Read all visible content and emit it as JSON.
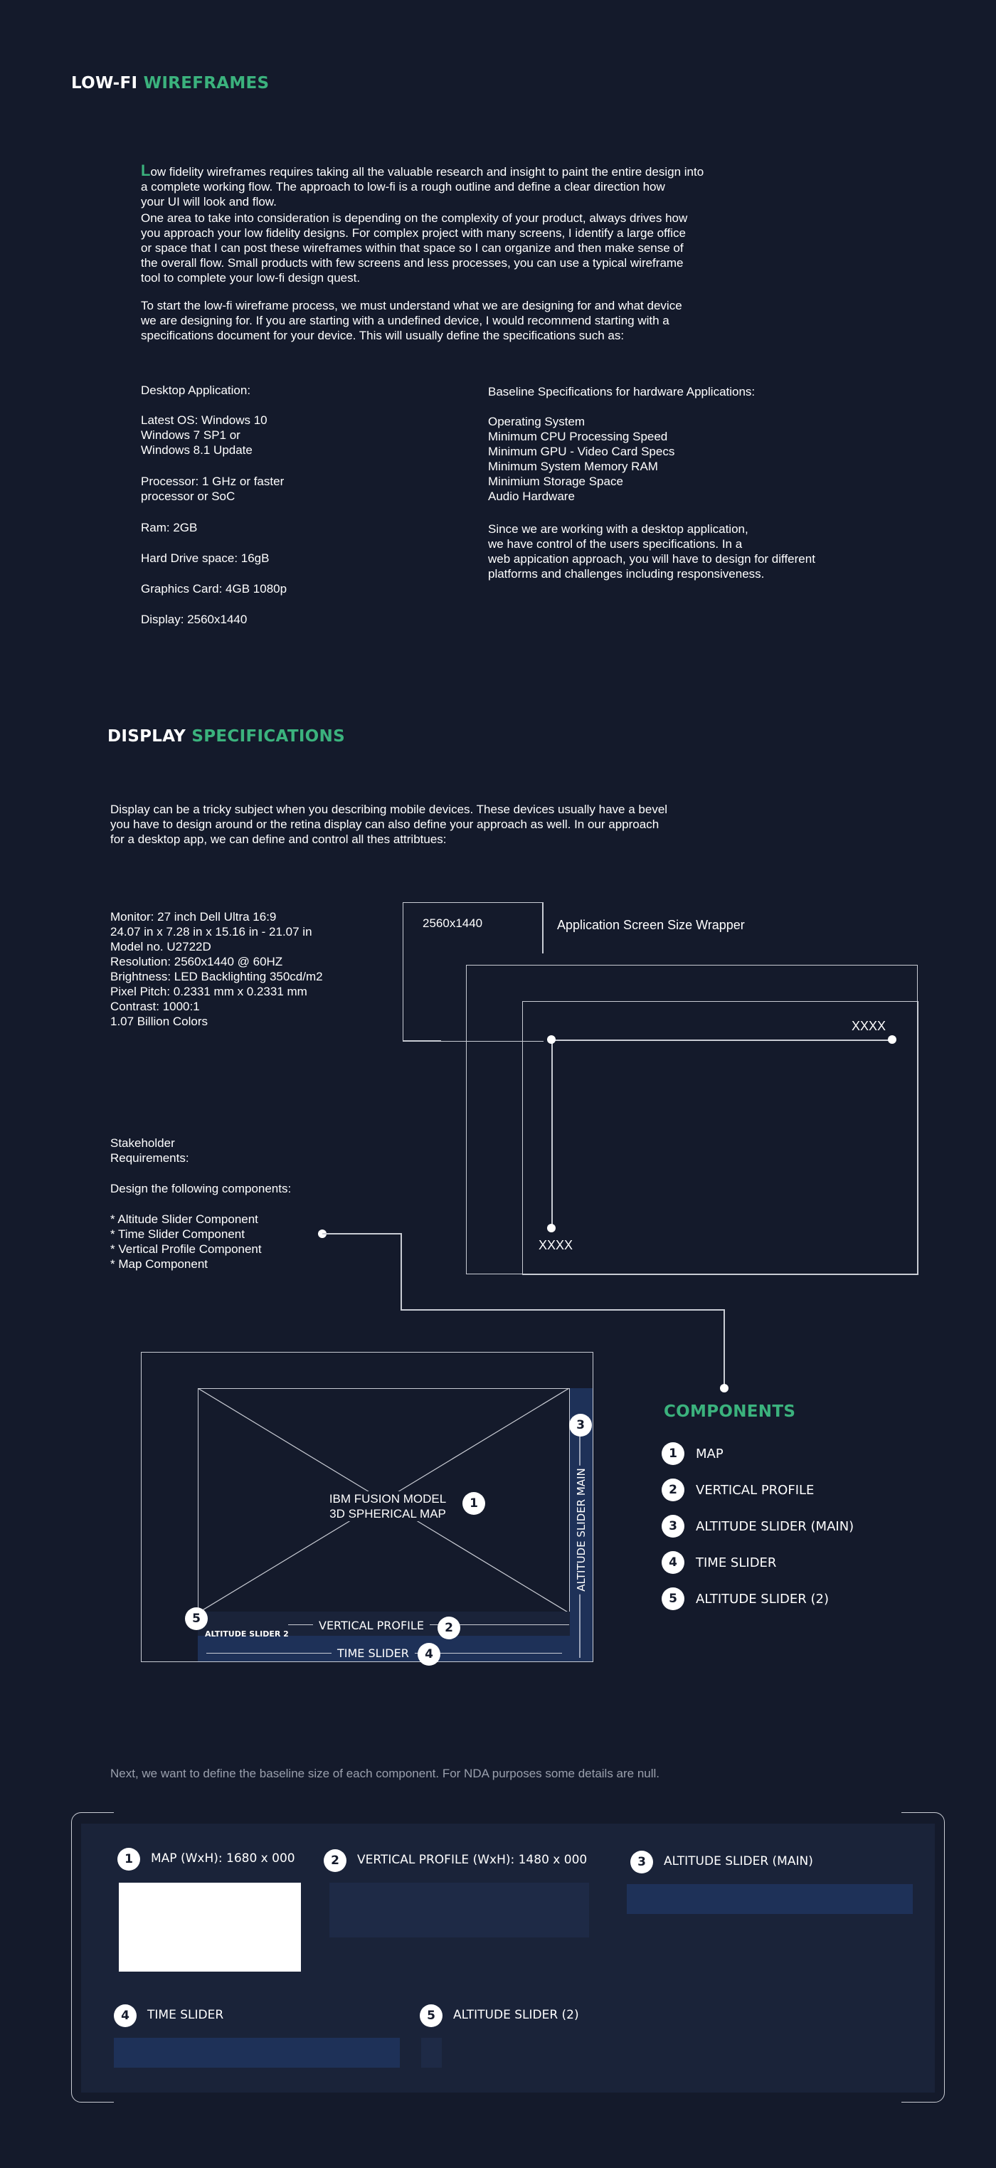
{
  "section1": {
    "title_part1": "LOW-FI ",
    "title_part2": "WIREFRAMES",
    "intro_dropcap": "L",
    "intro_rest": "ow fidelity wireframes requires taking all the valuable research and insight to paint the entire design into\na complete working flow. The approach to low-fi is a rough outline and define  a clear direction how\nyour UI will look and flow.",
    "para2": "One area to take into consideration is depending on the complexity of your product, always drives how\nyou approach your low fidelity designs. For complex project with many screens, I identify a large office\nor space that I can post these wireframes within that space so I can organize and then make sense of\nthe overall flow. Small products with few screens and less processes, you can use a typical wireframe\ntool to complete your low-fi design quest.",
    "para3": "To start the low-fi wireframe process, we must understand what we are designing for and what device\nwe are designing for. If you are starting with a undefined device, I would recommend starting with a\nspecifications document for your device. This will usually define the specifications such as:",
    "desktop_heading": "Desktop Application:",
    "desktop_specs": [
      "Latest OS: Windows 10\nWindows 7 SP1 or\nWindows 8.1 Update",
      "Processor: 1 GHz or faster\nprocessor or SoC",
      "Ram: 2GB",
      "Hard Drive space: 16gB",
      "Graphics Card: 4GB 1080p",
      "Display: 2560x1440"
    ],
    "baseline_heading": "Baseline Specifications for hardware Applications:",
    "baseline_list": "Operating System\nMinimum CPU Processing Speed\nMinimum GPU - Video Card Specs\nMinimum System Memory RAM\nMinimium Storage Space\nAudio Hardware",
    "baseline_note": "Since we are working with a desktop application,\nwe have control of the users specifications. In a\nweb appication approach, you will have to design for different\nplatforms and challenges including responsiveness."
  },
  "section2": {
    "title_part1": "DISPLAY ",
    "title_part2": "SPECIFICATIONS",
    "intro": "Display can be a tricky subject when you describing  mobile devices. These devices usually have a bevel\nyou have to design around or the retina display can also define your approach as well. In our approach\nfor a desktop app, we can define and control all thes attribtues:",
    "monitor_specs": "Monitor: 27 inch Dell Ultra 16:9\n24.07 in x 7.28 in x 15.16 in - 21.07 in\nModel no. U2722D\nResolution: 2560x1440 @ 60HZ\nBrightness: LED Backlighting 350cd/m2\nPixel Pitch: 0.2331 mm x 0.2331 mm\nContrast: 1000:1\n1.07 Billion Colors",
    "size_label": "2560x1440",
    "wrapper_label": "Application Screen Size Wrapper",
    "xxxx_top": "XXXX",
    "xxxx_bottom": "XXXX",
    "stakeholder_heading": "Stakeholder\nRequirements:",
    "design_heading": "Design the following components:",
    "component_list": "* Altitude Slider Component\n* Time Slider Component\n* Vertical Profile Component\n* Map Component",
    "map_title": "IBM FUSION MODEL\n3D SPHERICAL MAP",
    "vertical_profile": "VERTICAL PROFILE",
    "time_slider": "TIME SLIDER",
    "altitude_slider_2": "ALTITUDE SLIDER 2",
    "altitude_slider_main": "ALTITUDE SLIDER MAIN",
    "components_heading": "COMPONENTS",
    "components": [
      {
        "num": "1",
        "label": "MAP"
      },
      {
        "num": "2",
        "label": "VERTICAL PROFILE"
      },
      {
        "num": "3",
        "label": "ALTITUDE SLIDER (MAIN)"
      },
      {
        "num": "4",
        "label": "TIME SLIDER"
      },
      {
        "num": "5",
        "label": "ALTITUDE SLIDER (2)"
      }
    ]
  },
  "section3": {
    "intro": "Next, we want to define the baseline size of each component. For NDA purposes some details are null.",
    "cards": [
      {
        "num": "1",
        "label": "MAP (WxH): 1680 x 000"
      },
      {
        "num": "2",
        "label": "VERTICAL PROFILE (WxH): 1480 x 000"
      },
      {
        "num": "3",
        "label": "ALTITUDE SLIDER (MAIN)"
      },
      {
        "num": "4",
        "label": "TIME SLIDER"
      },
      {
        "num": "5",
        "label": "ALTITUDE SLIDER (2)"
      }
    ]
  },
  "colors": {
    "background": "#141a2b",
    "accent_green": "#3bb27d",
    "slider_blue": "#1e3158",
    "panel": "#1a2339"
  }
}
